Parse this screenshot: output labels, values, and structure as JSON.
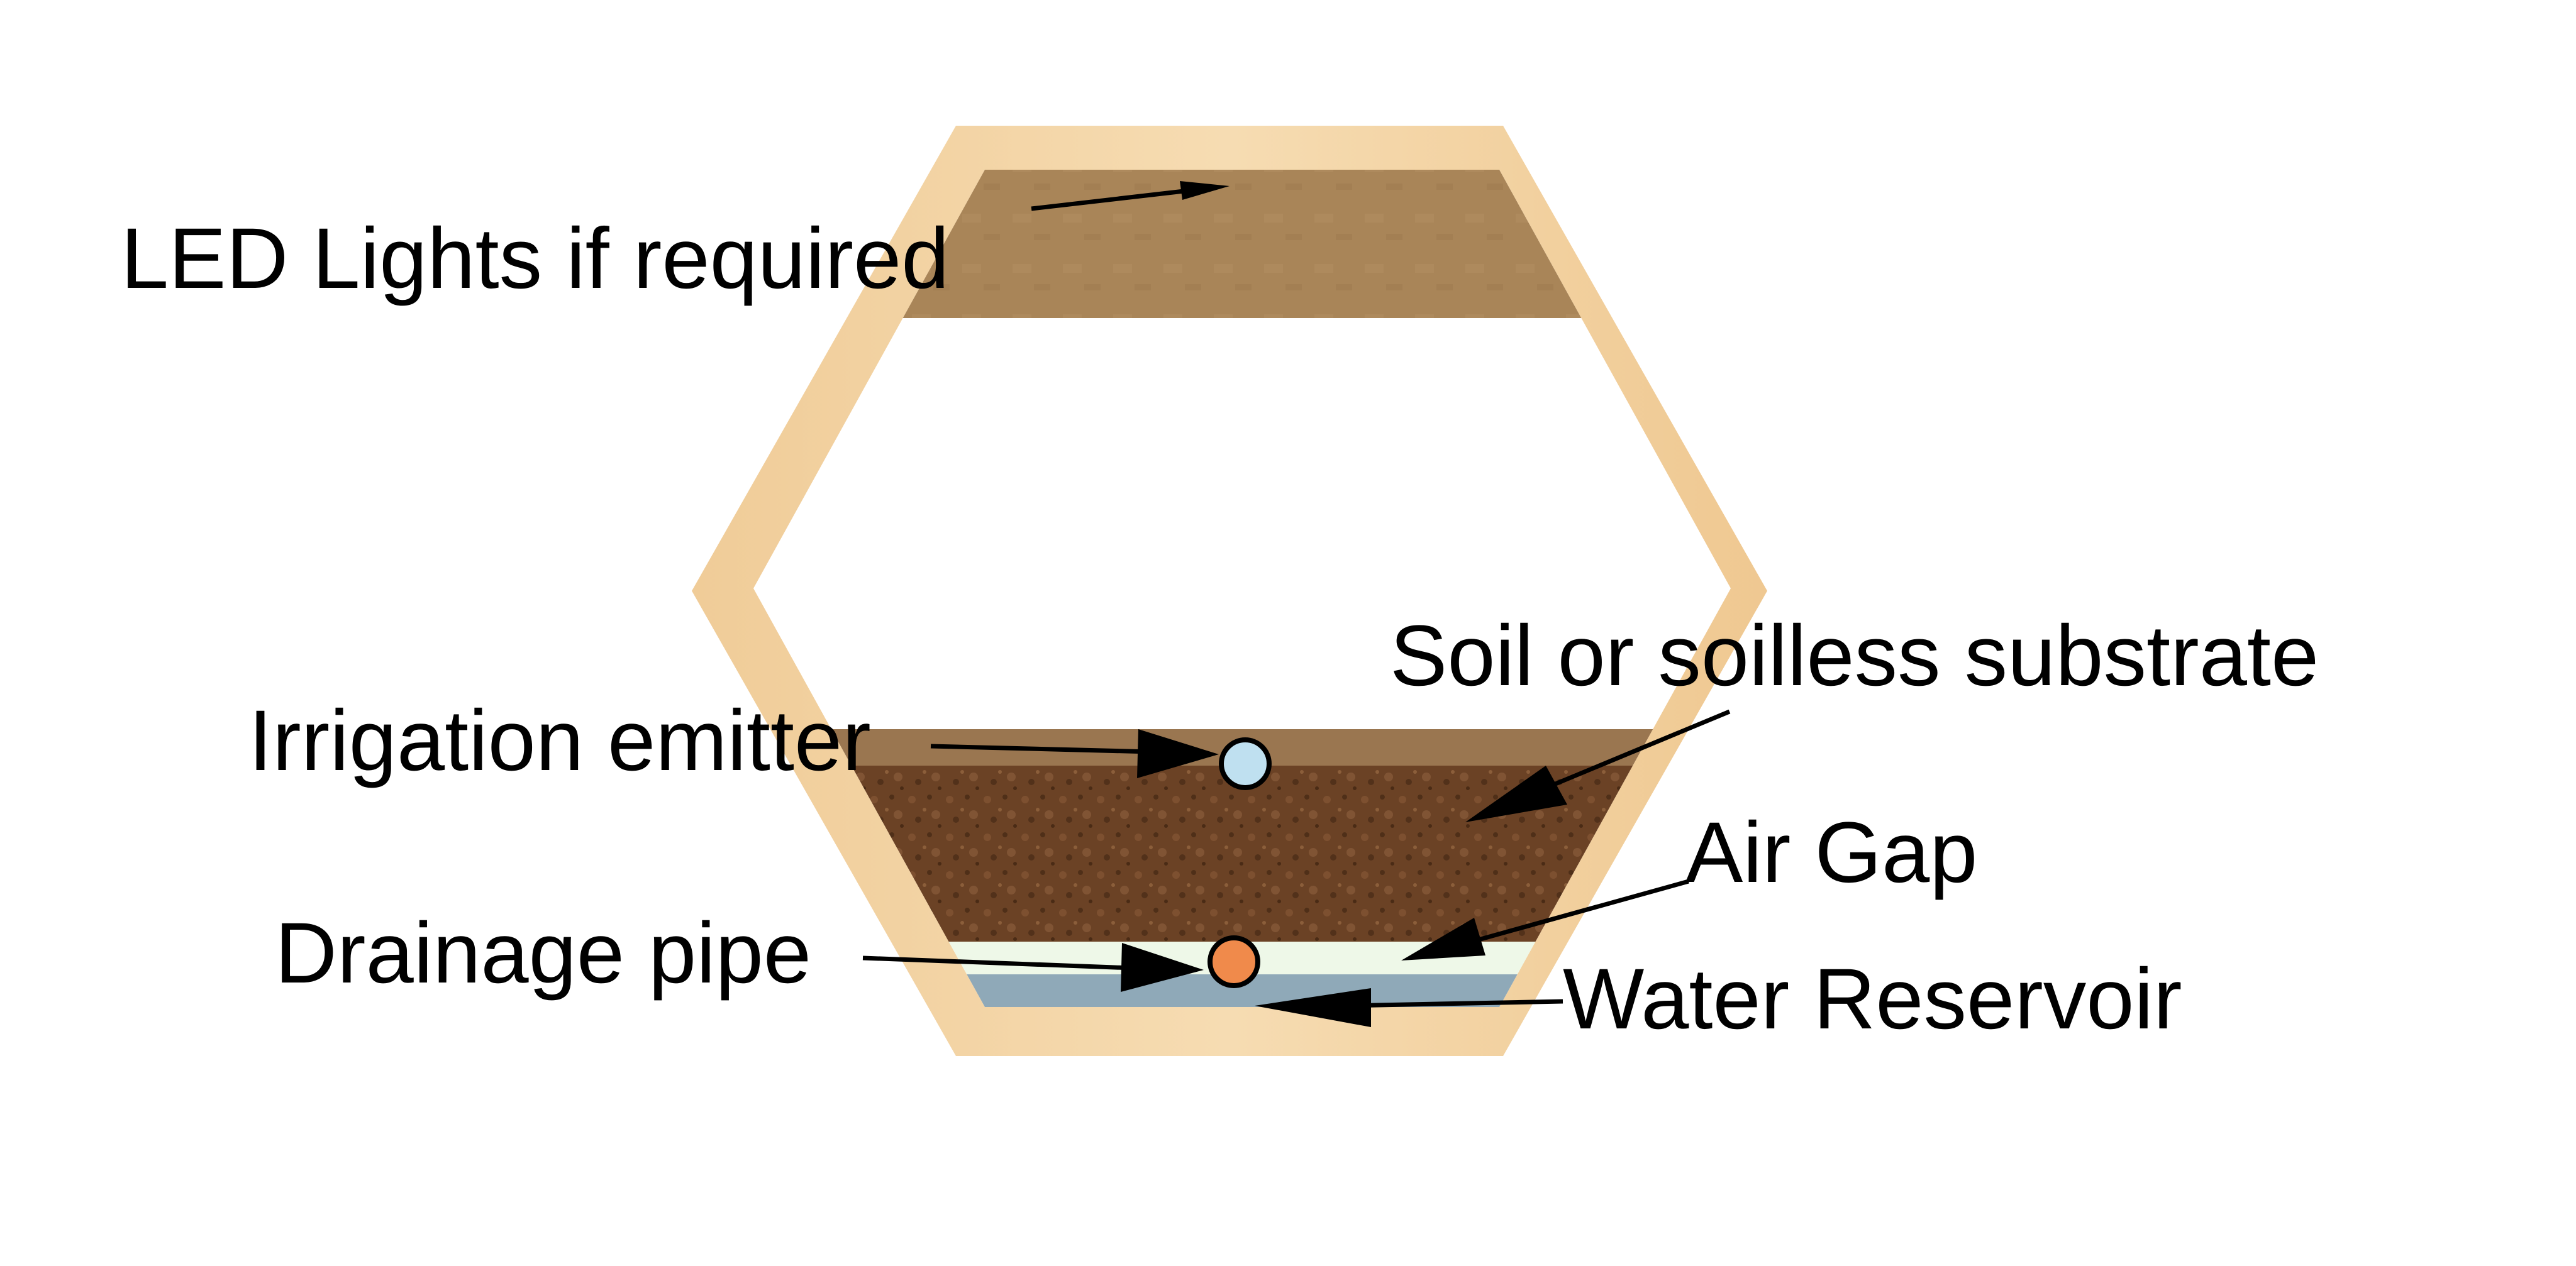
{
  "labels": {
    "led": "LED Lights if required",
    "substrate": "Soil or soilless substrate",
    "emitter": "Irrigation emitter",
    "air_gap": "Air Gap",
    "drainage": "Drainage pipe",
    "reservoir": "Water Reservoir"
  },
  "colors": {
    "frame_wood": "#f3d3a4",
    "frame_wood_dark": "#e6bf88",
    "led_panel": "#a98558",
    "soil_top_band": "#9a7650",
    "soil": "#6b4225",
    "air_gap": "#eef8e8",
    "water": "#8fa9b8",
    "emitter_fill": "#bfe0f0",
    "drainage_fill": "#f08a4b",
    "ink": "#000000",
    "background": "#ffffff"
  },
  "icons": {
    "emitter": "circle-icon",
    "drainage": "circle-icon"
  }
}
